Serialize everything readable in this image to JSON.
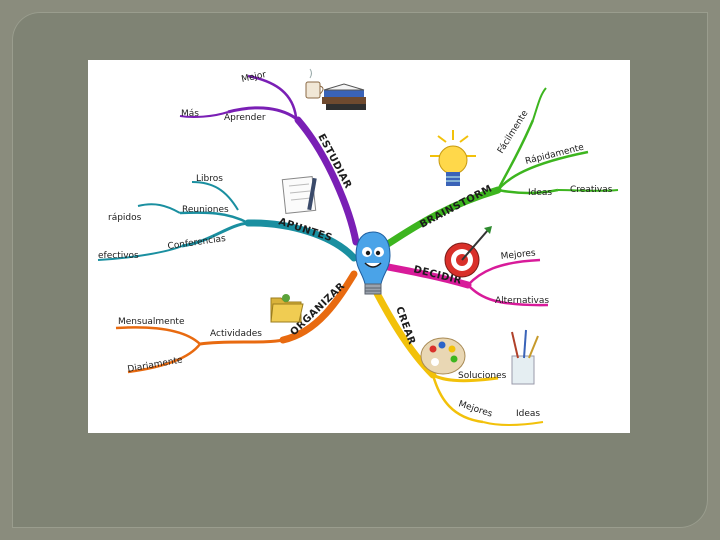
{
  "mindmap": {
    "branches": {
      "estudiar": {
        "label": "ESTUDIAR",
        "color": "#7a1fb5",
        "icon": "books-coffee-icon",
        "leaves": {
          "aprender": "Aprender",
          "mejor": "Mejor",
          "mas": "Más"
        }
      },
      "apuntes": {
        "label": "APUNTES",
        "color": "#1a8fa0",
        "icon": "notepad-icon",
        "leaves": {
          "libros": "Libros",
          "reuniones": "Reuniones",
          "rapidos": "rápidos",
          "conferencias": "Conferencias",
          "efectivos": "efectivos"
        }
      },
      "organizar": {
        "label": "ORGANIZAR",
        "color": "#e86a10",
        "icon": "folder-icon",
        "leaves": {
          "actividades": "Actividades",
          "mensualmente": "Mensualmente",
          "diariamente": "Diariamente"
        }
      },
      "crear": {
        "label": "CREAR",
        "color": "#f2c10a",
        "icon": "paint-palette-icon",
        "leaves": {
          "soluciones": "Soluciones",
          "mejores": "Mejores",
          "ideas": "Ideas"
        }
      },
      "decidir": {
        "label": "DECIDIR",
        "color": "#d81b9a",
        "icon": "target-dart-icon",
        "leaves": {
          "mejores": "Mejores",
          "alternativas": "Alternativas"
        }
      },
      "brainstorm": {
        "label": "BRAINSTORM",
        "color": "#3db51f",
        "icon": "lightbulb-icon",
        "leaves": {
          "facilmente": "Fácilmente",
          "rapidamente": "Rápidamente",
          "ideas": "Ideas",
          "creativas": "Creativas"
        }
      }
    },
    "center_icon": "smiling-lightbulb-icon"
  }
}
